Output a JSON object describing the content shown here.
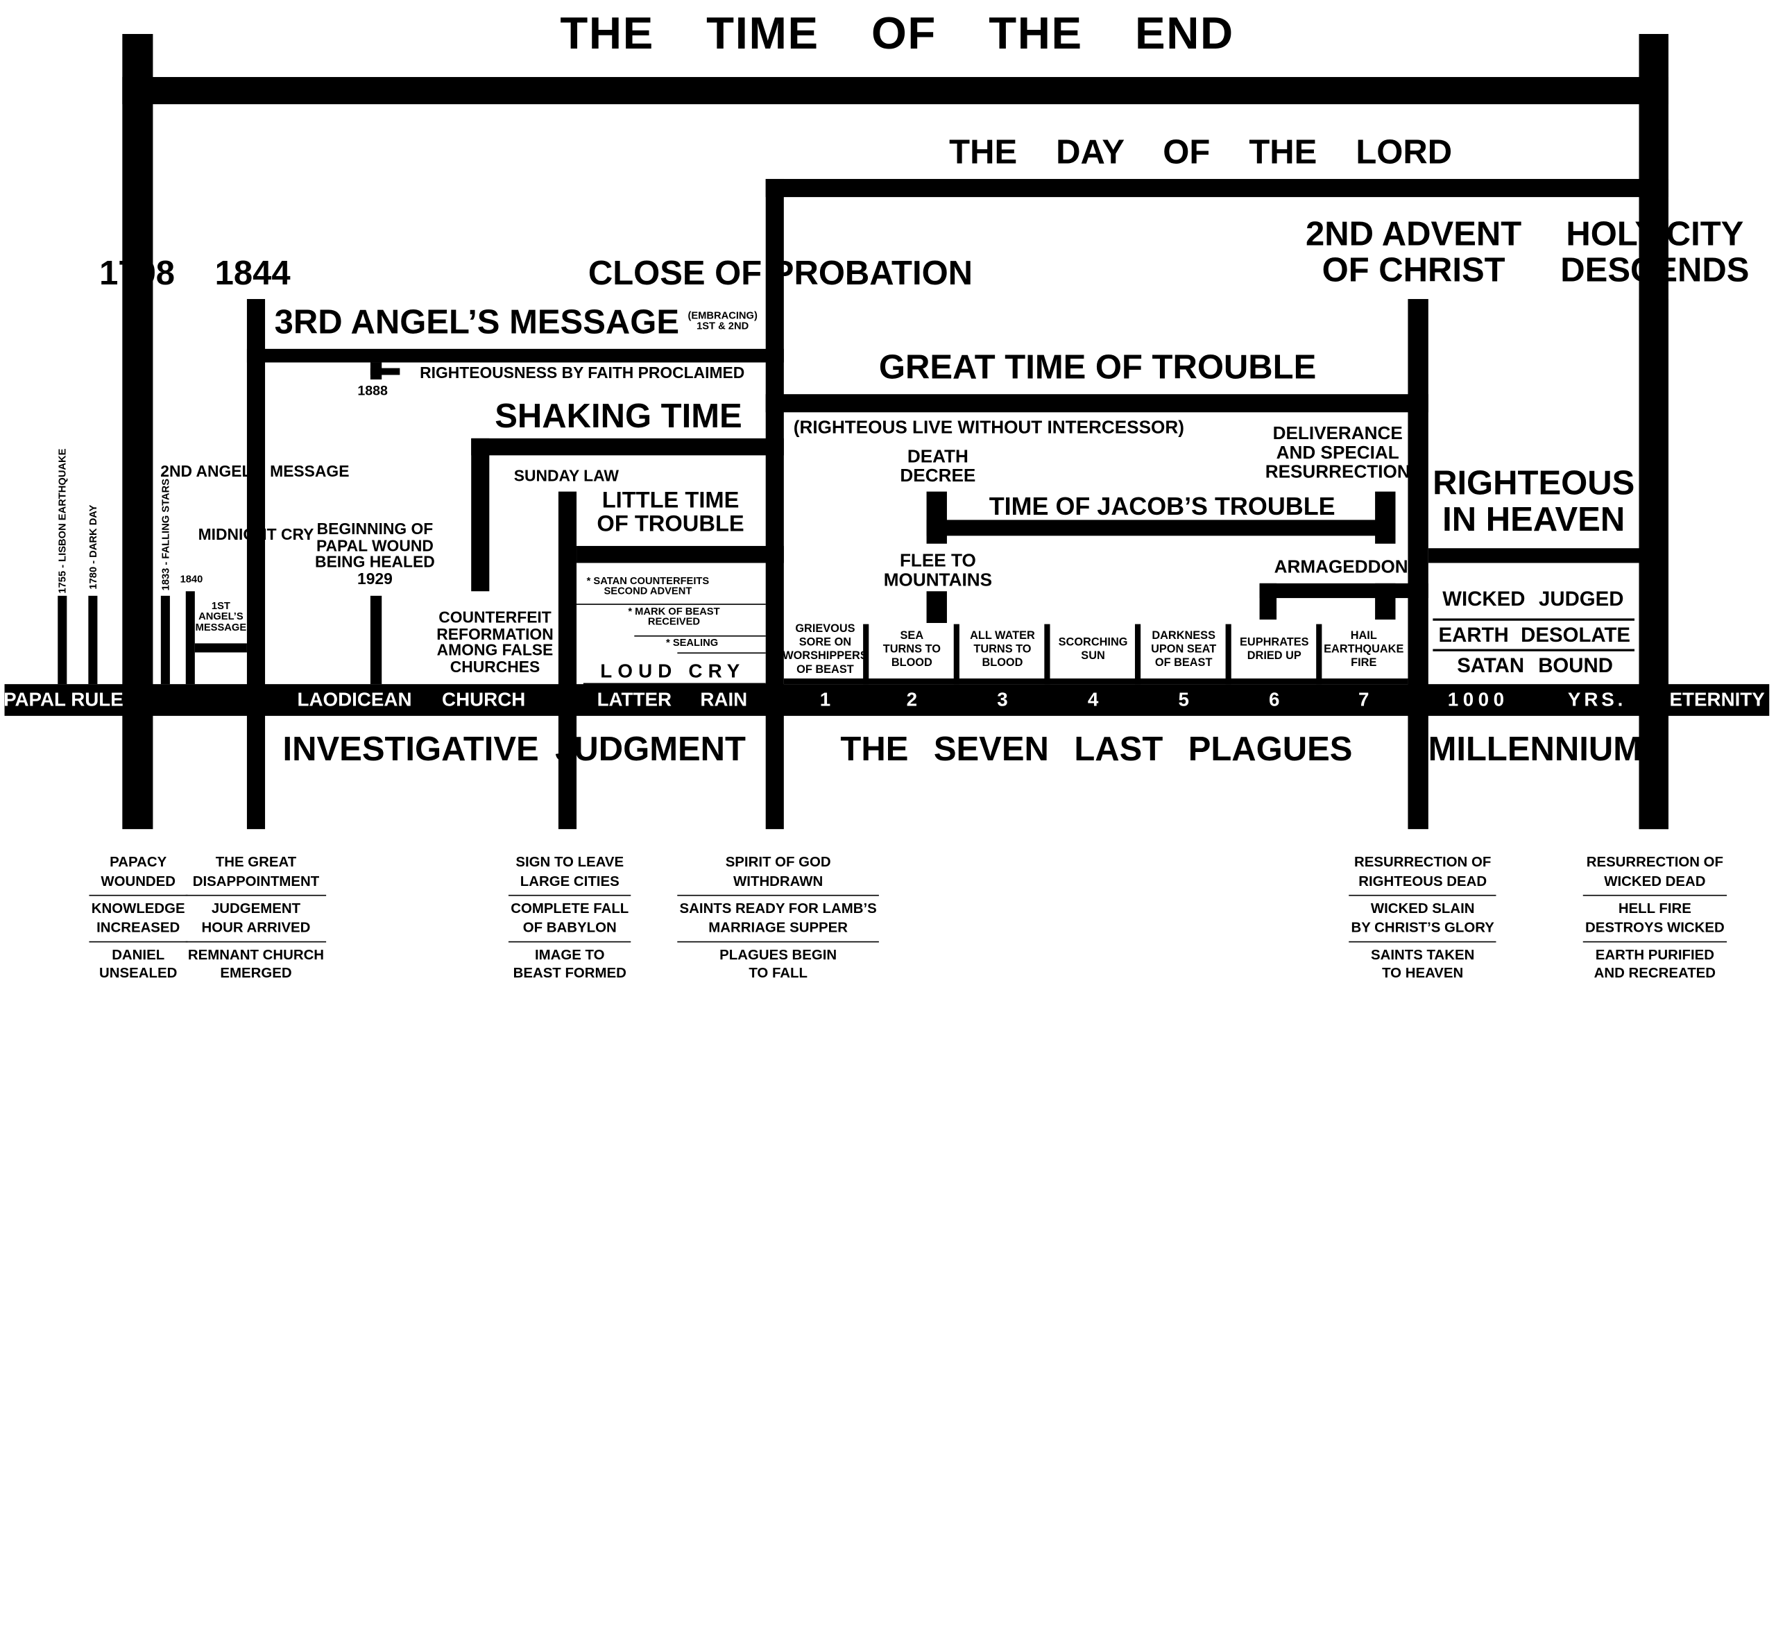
{
  "titles": {
    "time_of_end": "THE TIME OF THE END",
    "day_of_lord": "THE DAY OF THE LORD",
    "close_of_probation": "CLOSE OF PROBATION",
    "second_advent": "2ND ADVENT\nOF CHRIST",
    "holy_city": "HOLY CITY\nDESCENDS",
    "year_1798": "1798",
    "year_1844": "1844"
  },
  "upper": {
    "third_angel": "3RD ANGEL’S MESSAGE",
    "embracing": "(EMBRACING)\n1ST & 2ND",
    "righteousness": "RIGHTEOUSNESS BY FAITH PROCLAIMED",
    "year_1888": "1888",
    "shaking_time": "SHAKING TIME",
    "great_trouble": "GREAT TIME OF TROUBLE",
    "righteous_live": "(RIGHTEOUS LIVE WITHOUT INTERCESSOR)",
    "deliverance": "DELIVERANCE\nAND SPECIAL\nRESURRECTION",
    "death_decree": "DEATH\nDECREE",
    "jacobs_trouble": "TIME OF JACOB’S TROUBLE",
    "flee": "FLEE TO\nMOUNTAINS",
    "armageddon": "ARMAGEDDON",
    "righteous_heaven": "RIGHTEOUS\nIN HEAVEN",
    "wicked": "WICKED",
    "judged": "JUDGED",
    "earth": "EARTH",
    "desolate": "DESOLATE",
    "satan": "SATAN",
    "bound": "BOUND",
    "second_angel": "2ND ANGEL’S MESSAGE",
    "midnight_cry": "MIDNIGHT CRY",
    "papal_wound": "BEGINNING OF\nPAPAL WOUND\nBEING HEALED\n1929",
    "sunday_law": "SUNDAY LAW",
    "little_time": "LITTLE TIME\nOF TROUBLE",
    "counterfeit": "COUNTERFEIT\nREFORMATION\nAMONG FALSE\nCHURCHES",
    "satan_counterfeits": "* SATAN COUNTERFEITS\nSECOND ADVENT",
    "mark_of_beast": "* MARK OF BEAST\nRECEIVED",
    "sealing": "* SEALING",
    "loud_cry": "LOUD   CRY",
    "first_angel": "1ST\nANGEL’S\nMESSAGE",
    "lisbon": "1755 - LISBON EARTHQUAKE",
    "dark_day": "1780 - DARK DAY",
    "falling_stars": "1833 - FALLING STARS",
    "year_1840": "1840"
  },
  "plagues": [
    {
      "num": "1",
      "text": "GRIEVOUS\nSORE ON\nWORSHIPPERS\nOF BEAST"
    },
    {
      "num": "2",
      "text": "SEA\nTURNS TO\nBLOOD"
    },
    {
      "num": "3",
      "text": "ALL WATER\nTURNS TO\nBLOOD"
    },
    {
      "num": "4",
      "text": "SCORCHING\nSUN"
    },
    {
      "num": "5",
      "text": "DARKNESS\nUPON SEAT\nOF BEAST"
    },
    {
      "num": "6",
      "text": "EUPHRATES\nDRIED UP"
    },
    {
      "num": "7",
      "text": "HAIL\nEARTHQUAKE\nFIRE"
    }
  ],
  "timeline_bar": {
    "papal_rule": "PAPAL RULE",
    "laodicean": "LAODICEAN",
    "church": "CHURCH",
    "latter": "LATTER",
    "rain": "RAIN",
    "thousand": "1000",
    "yrs": "YRS.",
    "eternity": "ETERNITY"
  },
  "periods": {
    "investigative": "INVESTIGATIVE  JUDGMENT",
    "seven_plagues": "THE  SEVEN  LAST  PLAGUES",
    "millennium": "MILLENNIUM"
  },
  "bottom_groups": [
    {
      "items": [
        "PAPACY\nWOUNDED",
        "KNOWLEDGE\nINCREASED",
        "DANIEL\nUNSEALED"
      ]
    },
    {
      "items": [
        "THE GREAT\nDISAPPOINTMENT",
        "JUDGEMENT\nHOUR ARRIVED",
        "REMNANT CHURCH\nEMERGED"
      ]
    },
    {
      "items": [
        "SIGN TO LEAVE\nLARGE CITIES",
        "COMPLETE FALL\nOF BABYLON",
        "IMAGE TO\nBEAST FORMED"
      ]
    },
    {
      "items": [
        "SPIRIT OF GOD\nWITHDRAWN",
        "SAINTS READY FOR LAMB’S\nMARRIAGE SUPPER",
        "PLAGUES BEGIN\nTO FALL"
      ]
    },
    {
      "items": [
        "RESURRECTION OF\nRIGHTEOUS DEAD",
        "WICKED SLAIN\nBY CHRIST’S GLORY",
        "SAINTS TAKEN\nTO HEAVEN"
      ]
    },
    {
      "items": [
        "RESURRECTION OF\nWICKED DEAD",
        "HELL FIRE\nDESTROYS WICKED",
        "EARTH PURIFIED\nAND RECREATED"
      ]
    }
  ]
}
